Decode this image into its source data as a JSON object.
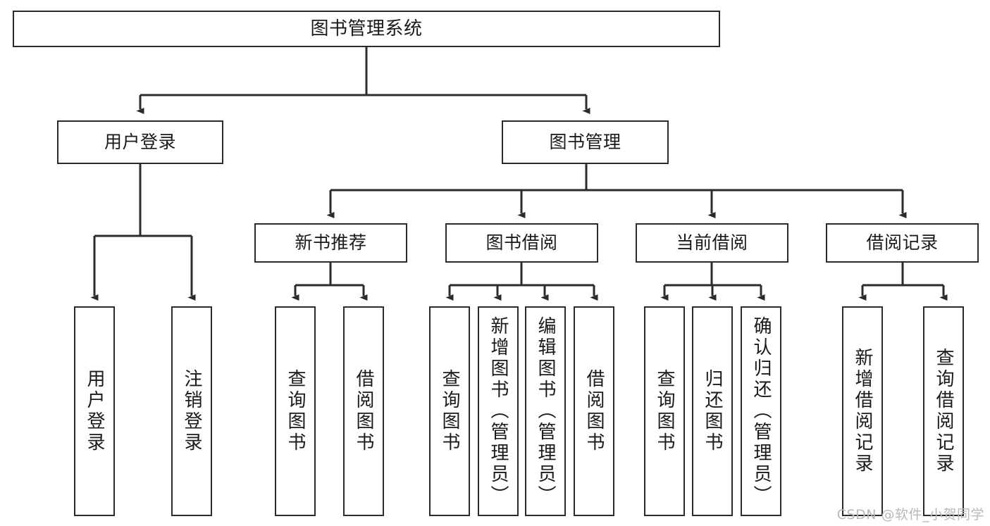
{
  "diagram": {
    "title": "图书管理系统",
    "type": "tree-structure-chart",
    "watermark": "CSDN @软件_小贺同学",
    "colors": {
      "stroke": "#2b2b2b",
      "fill": "#ffffff",
      "text": "#1a1a1a",
      "watermark": "#b9b9b9"
    },
    "nodes": {
      "root": {
        "label": "图书管理系统"
      },
      "level2": [
        {
          "id": "user-login",
          "label": "用户登录"
        },
        {
          "id": "book-manage",
          "label": "图书管理"
        }
      ],
      "level3": [
        {
          "id": "new-book-recommend",
          "label": "新书推荐"
        },
        {
          "id": "book-borrow",
          "label": "图书借阅"
        },
        {
          "id": "current-borrow",
          "label": "当前借阅"
        },
        {
          "id": "borrow-record",
          "label": "借阅记录"
        }
      ],
      "leaves": [
        {
          "id": "leaf-user-login",
          "label": "用户登录",
          "parent": "user-login"
        },
        {
          "id": "leaf-user-logout",
          "label": "注销登录",
          "parent": "user-login"
        },
        {
          "id": "leaf-query-book-1",
          "label": "查询图书",
          "parent": "new-book-recommend"
        },
        {
          "id": "leaf-borrow-book-1",
          "label": "借阅图书",
          "parent": "new-book-recommend"
        },
        {
          "id": "leaf-query-book-2",
          "label": "查询图书",
          "parent": "book-borrow"
        },
        {
          "id": "leaf-add-book",
          "label": "新增图书（管理员）",
          "parent": "book-borrow"
        },
        {
          "id": "leaf-edit-book",
          "label": "编辑图书（管理员）",
          "parent": "book-borrow"
        },
        {
          "id": "leaf-borrow-book-2",
          "label": "借阅图书",
          "parent": "book-borrow"
        },
        {
          "id": "leaf-query-book-3",
          "label": "查询图书",
          "parent": "current-borrow"
        },
        {
          "id": "leaf-return-book",
          "label": "归还图书",
          "parent": "current-borrow"
        },
        {
          "id": "leaf-confirm-return",
          "label": "确认归还（管理员）",
          "parent": "current-borrow"
        },
        {
          "id": "leaf-add-record",
          "label": "新增借阅记录",
          "parent": "borrow-record"
        },
        {
          "id": "leaf-query-record",
          "label": "查询借阅记录",
          "parent": "borrow-record"
        }
      ]
    }
  }
}
